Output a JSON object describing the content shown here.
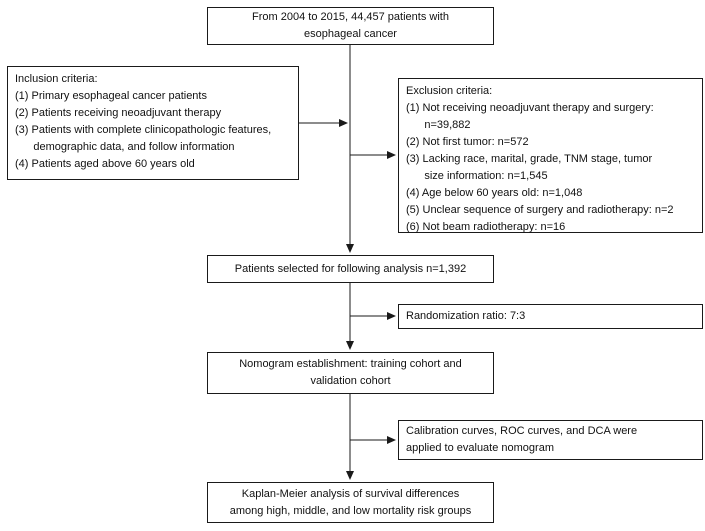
{
  "figure": {
    "kind": "patient-selection-flowchart",
    "line_color": "#1a1a1a",
    "background_color": "#ffffff"
  },
  "boxes": {
    "top": "From 2004 to 2015, 44,457 patients with\nesophageal cancer",
    "inclusion": "Inclusion criteria:\n(1) Primary esophageal cancer patients\n(2) Patients receiving neoadjuvant therapy\n(3) Patients with complete clinicopathologic features,\n      demographic data, and follow information\n(4) Patients aged above 60 years old",
    "exclusion": "Exclusion criteria:\n(1) Not receiving neoadjuvant therapy and surgery:\n      n=39,882\n(2) Not first tumor: n=572\n(3) Lacking race, marital, grade, TNM stage, tumor\n      size information: n=1,545\n(4) Age below 60 years old: n=1,048\n(5) Unclear sequence of surgery and radiotherapy: n=2\n(6) Not beam radiotherapy: n=16",
    "selected": "Patients selected for following analysis n=1,392",
    "randomization": "Randomization ratio: 7:3",
    "nomogram": "Nomogram establishment: training cohort and\nvalidation cohort",
    "calibration": "Calibration curves, ROC curves, and DCA were\napplied to evaluate nomogram",
    "kaplan": "Kaplan-Meier analysis of survival differences\namong high, middle, and low mortality risk groups"
  }
}
